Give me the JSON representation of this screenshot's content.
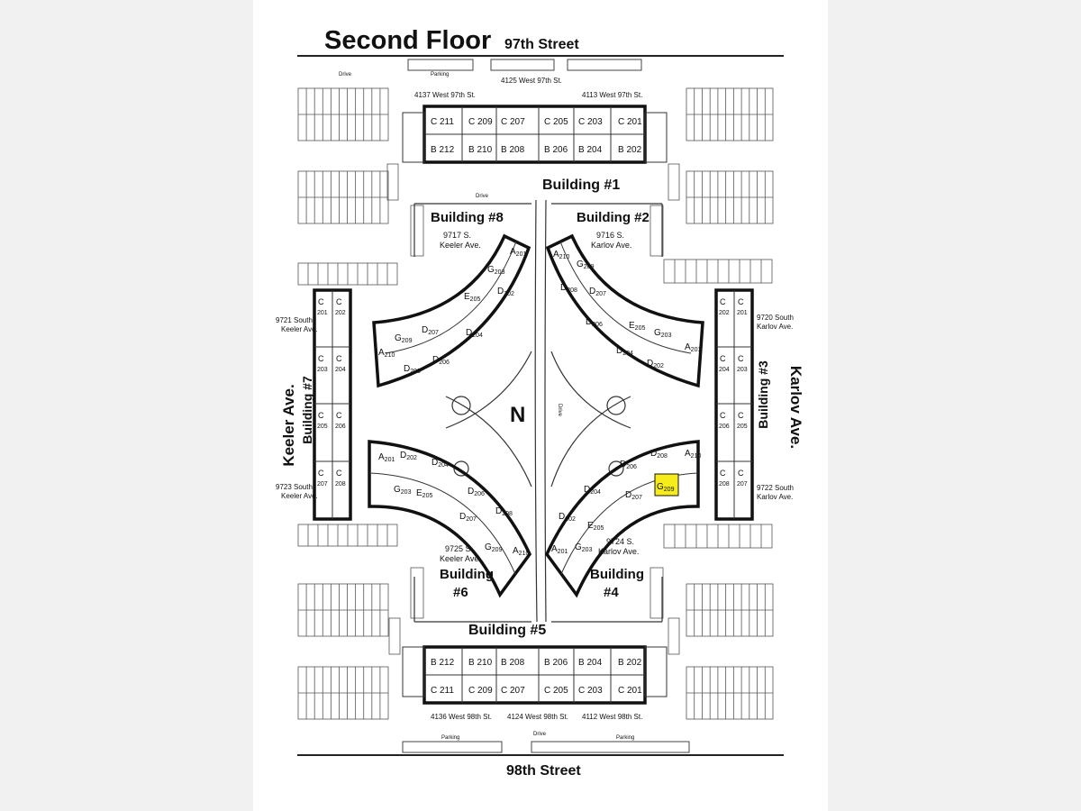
{
  "title": "Second Floor",
  "streets": {
    "north": "97th Street",
    "south": "98th Street",
    "west": "Keeler Ave.",
    "east": "Karlov Ave."
  },
  "north_arrow": "N",
  "lot_labels": {
    "drive": "Drive",
    "parking": "Parking"
  },
  "highlight_color": "#f6ec1a",
  "buildings": [
    {
      "name": "Building #1",
      "addresses": [
        "4137 West 97th St.",
        "4125 West 97th St.",
        "4113 West 97th St."
      ],
      "row_top": [
        {
          "t": "C",
          "n": "211"
        },
        {
          "t": "C",
          "n": "209"
        },
        {
          "t": "C",
          "n": "207"
        },
        {
          "t": "C",
          "n": "205"
        },
        {
          "t": "C",
          "n": "203"
        },
        {
          "t": "C",
          "n": "201"
        }
      ],
      "row_bottom": [
        {
          "t": "B",
          "n": "212"
        },
        {
          "t": "B",
          "n": "210"
        },
        {
          "t": "B",
          "n": "208"
        },
        {
          "t": "B",
          "n": "206"
        },
        {
          "t": "B",
          "n": "204"
        },
        {
          "t": "B",
          "n": "202"
        }
      ]
    },
    {
      "name": "Building #5",
      "addresses": [
        "4136 West 98th St.",
        "4124 West 98th St.",
        "4112 West 98th St."
      ],
      "row_top": [
        {
          "t": "B",
          "n": "212"
        },
        {
          "t": "B",
          "n": "210"
        },
        {
          "t": "B",
          "n": "208"
        },
        {
          "t": "B",
          "n": "206"
        },
        {
          "t": "B",
          "n": "204"
        },
        {
          "t": "B",
          "n": "202"
        }
      ],
      "row_bottom": [
        {
          "t": "C",
          "n": "211"
        },
        {
          "t": "C",
          "n": "209"
        },
        {
          "t": "C",
          "n": "207"
        },
        {
          "t": "C",
          "n": "205"
        },
        {
          "t": "C",
          "n": "203"
        },
        {
          "t": "C",
          "n": "201"
        }
      ]
    },
    {
      "name": "Building #7",
      "addresses": [
        "9721 South Keeler Ave.",
        "9723 South Keeler Ave."
      ],
      "units": [
        [
          "C 201",
          "C 202"
        ],
        [
          "C 203",
          "C 204"
        ],
        [
          "C 205",
          "C 206"
        ],
        [
          "C 207",
          "C 208"
        ]
      ]
    },
    {
      "name": "Building #3",
      "addresses": [
        "9720 South Karlov Ave.",
        "9722 South Karlov Ave."
      ],
      "units": [
        [
          "C 202",
          "C 201"
        ],
        [
          "C 204",
          "C 203"
        ],
        [
          "C 206",
          "C 205"
        ],
        [
          "C 208",
          "C 207"
        ]
      ]
    },
    {
      "name": "Building #8",
      "address": [
        "9717 S.",
        "Keeler Ave."
      ],
      "units": [
        "A 201",
        "G 203",
        "D 202",
        "E 205",
        "D 204",
        "D 207",
        "G 209",
        "A 210",
        "D 208",
        "D 206"
      ]
    },
    {
      "name": "Building #2",
      "address": [
        "9716 S.",
        "Karlov Ave."
      ],
      "units": [
        "A 210",
        "G 209",
        "D 208",
        "D 207",
        "D 206",
        "E 205",
        "G 203",
        "A 201",
        "D 204",
        "D 202"
      ]
    },
    {
      "name": "Building #6",
      "name_lines": [
        "Building",
        "#6"
      ],
      "address": [
        "9725 S.",
        "Keeler Ave."
      ],
      "units": [
        "A 201",
        "D 202",
        "D 204",
        "G 203",
        "E 205",
        "D 206",
        "D 207",
        "D 208",
        "G 209",
        "A 210"
      ]
    },
    {
      "name": "Building #4",
      "name_lines": [
        "Building",
        "#4"
      ],
      "address": [
        "9724 S.",
        "Karlov Ave."
      ],
      "units": [
        "D 208",
        "A 210",
        "D 206",
        "G 209",
        "D 204",
        "D 207",
        "D 202",
        "E 205",
        "G 203",
        "A 201"
      ],
      "highlighted_unit": "G 209"
    }
  ]
}
